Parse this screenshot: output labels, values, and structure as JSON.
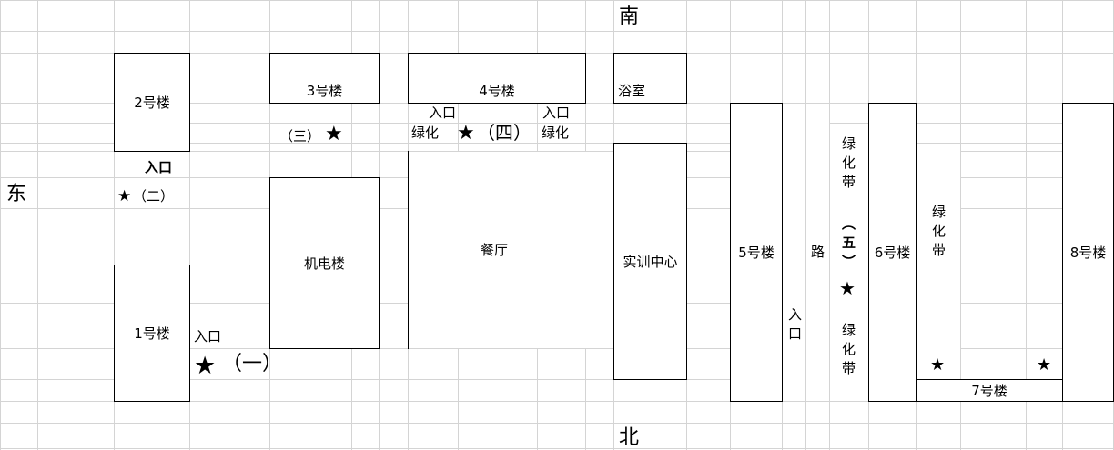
{
  "directions": {
    "south": "南",
    "north": "北",
    "east": "东"
  },
  "buildings": {
    "b1": "1号楼",
    "b2": "2号楼",
    "b3": "3号楼",
    "b4": "4号楼",
    "b5": "5号楼",
    "b6": "6号楼",
    "b7": "7号楼",
    "b8": "8号楼",
    "bath": "浴室",
    "mech": "机电楼",
    "canteen": "餐厅",
    "training": "实训中心"
  },
  "labels": {
    "entrance": "入口",
    "greening": "绿化",
    "green_belt": "绿化带",
    "road": "路"
  },
  "points": {
    "p1": "（一）",
    "p2": "（二）",
    "p3": "（三）",
    "p4": "（四）",
    "p5": "（五）"
  },
  "icons": {
    "star": "★"
  }
}
